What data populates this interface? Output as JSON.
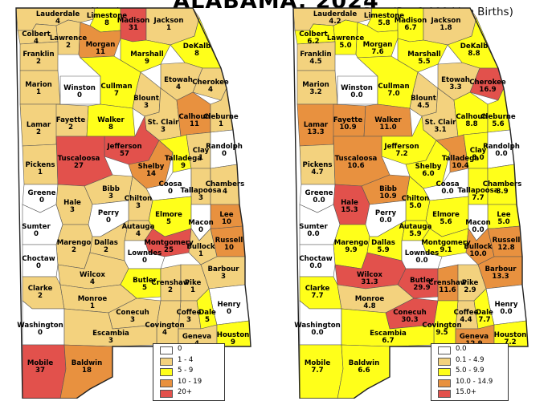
{
  "title": "ALABAMA, 2024",
  "panels": [
    {
      "id": "number",
      "title": "Number"
    },
    {
      "id": "rate",
      "title": "Rate (Per 1,000 Live Births)"
    }
  ],
  "colors": {
    "white": "#ffffff",
    "light": "#f3d27e",
    "yellow": "#ffff1a",
    "orange": "#e8913f",
    "red": "#e2514c"
  },
  "legends": {
    "number": [
      {
        "label": "0",
        "color": "white"
      },
      {
        "label": "1 - 4",
        "color": "light"
      },
      {
        "label": "5 - 9",
        "color": "yellow"
      },
      {
        "label": "10 - 19",
        "color": "orange"
      },
      {
        "label": "20+",
        "color": "red"
      }
    ],
    "rate": [
      {
        "label": "0.0",
        "color": "white"
      },
      {
        "label": "0.1 - 4.9",
        "color": "light"
      },
      {
        "label": "5.0 - 9.9",
        "color": "yellow"
      },
      {
        "label": "10.0 - 14.9",
        "color": "orange"
      },
      {
        "label": "15.0+",
        "color": "red"
      }
    ]
  },
  "counties": [
    {
      "name": "Lauderdale",
      "number": "4",
      "rate": "4.2",
      "nc": "light",
      "rc": "light"
    },
    {
      "name": "Limestone",
      "number": "8",
      "rate": "5.8",
      "nc": "yellow",
      "rc": "yellow"
    },
    {
      "name": "Madison",
      "number": "31",
      "rate": "6.7",
      "nc": "red",
      "rc": "yellow"
    },
    {
      "name": "Jackson",
      "number": "1",
      "rate": "1.8",
      "nc": "light",
      "rc": "light"
    },
    {
      "name": "Colbert",
      "number": "4",
      "rate": "6.2",
      "nc": "light",
      "rc": "yellow"
    },
    {
      "name": "Lawrence",
      "number": "2",
      "rate": "5.0",
      "nc": "light",
      "rc": "yellow"
    },
    {
      "name": "Franklin",
      "number": "2",
      "rate": "4.5",
      "nc": "light",
      "rc": "light"
    },
    {
      "name": "Morgan",
      "number": "11",
      "rate": "7.6",
      "nc": "orange",
      "rc": "yellow"
    },
    {
      "name": "Marshall",
      "number": "9",
      "rate": "5.5",
      "nc": "yellow",
      "rc": "yellow"
    },
    {
      "name": "DeKalb",
      "number": "8",
      "rate": "8.8",
      "nc": "yellow",
      "rc": "yellow"
    },
    {
      "name": "Marion",
      "number": "1",
      "rate": "3.2",
      "nc": "light",
      "rc": "light"
    },
    {
      "name": "Winston",
      "number": "0",
      "rate": "0.0",
      "nc": "white",
      "rc": "white"
    },
    {
      "name": "Cullman",
      "number": "7",
      "rate": "7.0",
      "nc": "yellow",
      "rc": "yellow"
    },
    {
      "name": "Blount",
      "number": "3",
      "rate": "4.5",
      "nc": "light",
      "rc": "light"
    },
    {
      "name": "Etowah",
      "number": "4",
      "rate": "3.3",
      "nc": "light",
      "rc": "light"
    },
    {
      "name": "Cherokee",
      "number": "4",
      "rate": "16.9",
      "nc": "light",
      "rc": "red"
    },
    {
      "name": "Lamar",
      "number": "2",
      "rate": "13.3",
      "nc": "light",
      "rc": "orange"
    },
    {
      "name": "Fayette",
      "number": "2",
      "rate": "10.9",
      "nc": "light",
      "rc": "orange"
    },
    {
      "name": "Walker",
      "number": "8",
      "rate": "11.0",
      "nc": "yellow",
      "rc": "orange"
    },
    {
      "name": "St. Clair",
      "number": "3",
      "rate": "3.1",
      "nc": "light",
      "rc": "light"
    },
    {
      "name": "Calhoun",
      "number": "11",
      "rate": "8.8",
      "nc": "orange",
      "rc": "yellow"
    },
    {
      "name": "Cleburne",
      "number": "1",
      "rate": "5.6",
      "nc": "light",
      "rc": "yellow"
    },
    {
      "name": "Jefferson",
      "number": "57",
      "rate": "7.2",
      "nc": "red",
      "rc": "yellow"
    },
    {
      "name": "Pickens",
      "number": "1",
      "rate": "4.7",
      "nc": "light",
      "rc": "light"
    },
    {
      "name": "Tuscaloosa",
      "number": "27",
      "rate": "10.6",
      "nc": "red",
      "rc": "orange"
    },
    {
      "name": "Shelby",
      "number": "14",
      "rate": "6.0",
      "nc": "orange",
      "rc": "yellow"
    },
    {
      "name": "Talladega",
      "number": "9",
      "rate": "10.4",
      "nc": "yellow",
      "rc": "orange"
    },
    {
      "name": "Clay",
      "number": "1",
      "rate": "8.0",
      "nc": "light",
      "rc": "yellow"
    },
    {
      "name": "Randolph",
      "number": "0",
      "rate": "0.0",
      "nc": "white",
      "rc": "white"
    },
    {
      "name": "Bibb",
      "number": "3",
      "rate": "10.9",
      "nc": "light",
      "rc": "orange"
    },
    {
      "name": "Coosa",
      "number": "0",
      "rate": "0.0",
      "nc": "white",
      "rc": "white"
    },
    {
      "name": "Chilton",
      "number": "3",
      "rate": "5.0",
      "nc": "light",
      "rc": "yellow"
    },
    {
      "name": "Tallapoosa",
      "number": "3",
      "rate": "7.7",
      "nc": "light",
      "rc": "yellow"
    },
    {
      "name": "Chambers",
      "number": "4",
      "rate": "8.9",
      "nc": "light",
      "rc": "yellow"
    },
    {
      "name": "Greene",
      "number": "0",
      "rate": "0.0",
      "nc": "white",
      "rc": "white"
    },
    {
      "name": "Hale",
      "number": "3",
      "rate": "15.3",
      "nc": "light",
      "rc": "red"
    },
    {
      "name": "Perry",
      "number": "0",
      "rate": "0.0",
      "nc": "white",
      "rc": "white"
    },
    {
      "name": "Sumter",
      "number": "0",
      "rate": "0.0",
      "nc": "white",
      "rc": "white"
    },
    {
      "name": "Autauga",
      "number": "4",
      "rate": "5.9",
      "nc": "light",
      "rc": "yellow"
    },
    {
      "name": "Elmore",
      "number": "5",
      "rate": "5.6",
      "nc": "yellow",
      "rc": "yellow"
    },
    {
      "name": "Lee",
      "number": "10",
      "rate": "5.0",
      "nc": "orange",
      "rc": "yellow"
    },
    {
      "name": "Macon",
      "number": "0",
      "rate": "0.0",
      "nc": "white",
      "rc": "white"
    },
    {
      "name": "Marengo",
      "number": "2",
      "rate": "9.9",
      "nc": "light",
      "rc": "yellow"
    },
    {
      "name": "Dallas",
      "number": "2",
      "rate": "5.9",
      "nc": "light",
      "rc": "yellow"
    },
    {
      "name": "Montgomery",
      "number": "25",
      "rate": "9.1",
      "nc": "red",
      "rc": "yellow"
    },
    {
      "name": "Russell",
      "number": "10",
      "rate": "12.8",
      "nc": "orange",
      "rc": "orange"
    },
    {
      "name": "Choctaw",
      "number": "0",
      "rate": "0.0",
      "nc": "white",
      "rc": "white"
    },
    {
      "name": "Lowndes",
      "number": "0",
      "rate": "0.0",
      "nc": "white",
      "rc": "white"
    },
    {
      "name": "Wilcox",
      "number": "4",
      "rate": "31.3",
      "nc": "light",
      "rc": "red"
    },
    {
      "name": "Bullock",
      "number": "1",
      "rate": "10.0",
      "nc": "light",
      "rc": "orange"
    },
    {
      "name": "Barbour",
      "number": "3",
      "rate": "13.3",
      "nc": "light",
      "rc": "orange"
    },
    {
      "name": "Clarke",
      "number": "2",
      "rate": "7.7",
      "nc": "light",
      "rc": "yellow"
    },
    {
      "name": "Butler",
      "number": "5",
      "rate": "29.9",
      "nc": "yellow",
      "rc": "red"
    },
    {
      "name": "Crenshaw",
      "number": "2",
      "rate": "11.6",
      "nc": "light",
      "rc": "orange"
    },
    {
      "name": "Pike",
      "number": "1",
      "rate": "2.9",
      "nc": "light",
      "rc": "light"
    },
    {
      "name": "Monroe",
      "number": "1",
      "rate": "4.8",
      "nc": "light",
      "rc": "light"
    },
    {
      "name": "Henry",
      "number": "0",
      "rate": "0.0",
      "nc": "white",
      "rc": "white"
    },
    {
      "name": "Washington",
      "number": "0",
      "rate": "0.0",
      "nc": "white",
      "rc": "white"
    },
    {
      "name": "Conecuh",
      "number": "3",
      "rate": "30.3",
      "nc": "light",
      "rc": "red"
    },
    {
      "name": "Coffee",
      "number": "3",
      "rate": "4.4",
      "nc": "light",
      "rc": "light"
    },
    {
      "name": "Dale",
      "number": "5",
      "rate": "7.7",
      "nc": "yellow",
      "rc": "yellow"
    },
    {
      "name": "Covington",
      "number": "4",
      "rate": "9.5",
      "nc": "light",
      "rc": "yellow"
    },
    {
      "name": "Escambia",
      "number": "3",
      "rate": "6.7",
      "nc": "light",
      "rc": "yellow"
    },
    {
      "name": "Geneva",
      "number": "4",
      "rate": "12.9",
      "nc": "light",
      "rc": "orange"
    },
    {
      "name": "Houston",
      "number": "9",
      "rate": "7.2",
      "nc": "yellow",
      "rc": "yellow"
    },
    {
      "name": "Mobile",
      "number": "37",
      "rate": "7.7",
      "nc": "red",
      "rc": "yellow"
    },
    {
      "name": "Baldwin",
      "number": "18",
      "rate": "6.6",
      "nc": "orange",
      "rc": "yellow"
    }
  ]
}
